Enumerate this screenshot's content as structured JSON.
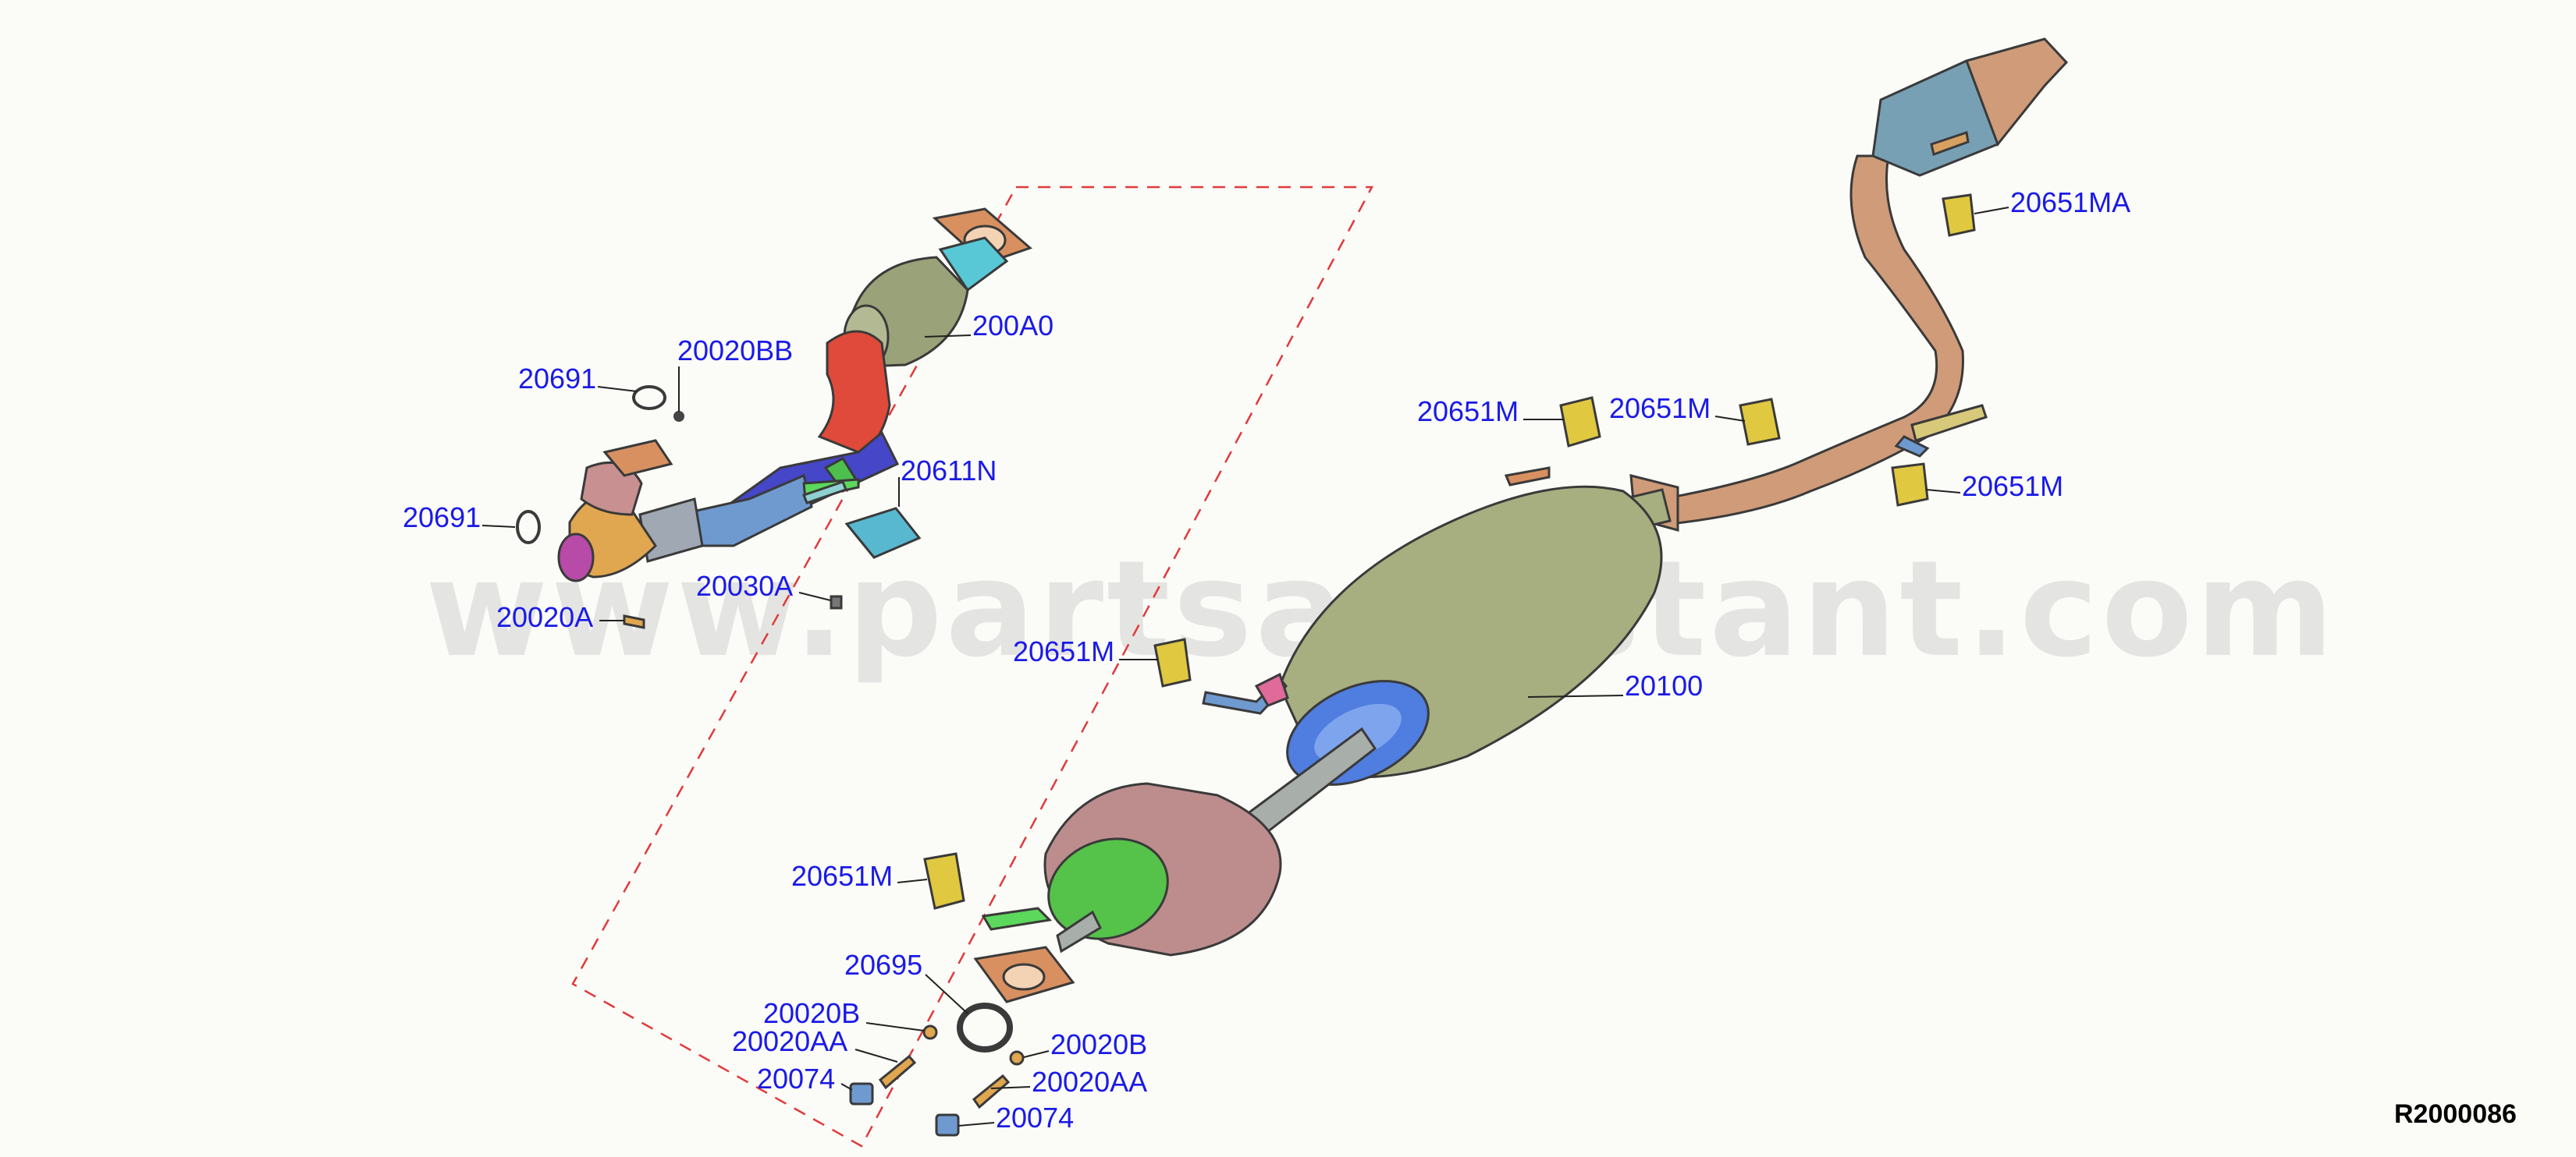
{
  "watermark": "www.partsassistant.com",
  "reference_code": "R2000086",
  "colors": {
    "callout_text": "#1a1ae6",
    "dashed_frame": "#e03a3a",
    "muffler_body": "#a7ae80",
    "muffler_end": "#4f7de0",
    "resonator_body": "#bd8d8d",
    "resonator_end": "#55c24a",
    "tailpipe": "#cf9b78",
    "catalyst": "#9aa27a",
    "flex_pipe": "#e04a3a",
    "front_pipe": "#4646c8",
    "hanger": "#e0c840"
  },
  "callouts": [
    {
      "id": "20691-upper",
      "label": "20691"
    },
    {
      "id": "20020BB",
      "label": "20020BB"
    },
    {
      "id": "200A0",
      "label": "200A0"
    },
    {
      "id": "20611N",
      "label": "20611N"
    },
    {
      "id": "20691-lower",
      "label": "20691"
    },
    {
      "id": "20030A",
      "label": "20030A"
    },
    {
      "id": "20020A",
      "label": "20020A"
    },
    {
      "id": "20651MA",
      "label": "20651MA"
    },
    {
      "id": "20651M-a",
      "label": "20651M"
    },
    {
      "id": "20651M-b",
      "label": "20651M"
    },
    {
      "id": "20651M-c",
      "label": "20651M"
    },
    {
      "id": "20651M-d",
      "label": "20651M"
    },
    {
      "id": "20100",
      "label": "20100"
    },
    {
      "id": "20651M-e",
      "label": "20651M"
    },
    {
      "id": "20695",
      "label": "20695"
    },
    {
      "id": "20020B-left",
      "label": "20020B"
    },
    {
      "id": "20020AA-left",
      "label": "20020AA"
    },
    {
      "id": "20074-left",
      "label": "20074"
    },
    {
      "id": "20020B-right",
      "label": "20020B"
    },
    {
      "id": "20020AA-right",
      "label": "20020AA"
    },
    {
      "id": "20074-right",
      "label": "20074"
    }
  ]
}
